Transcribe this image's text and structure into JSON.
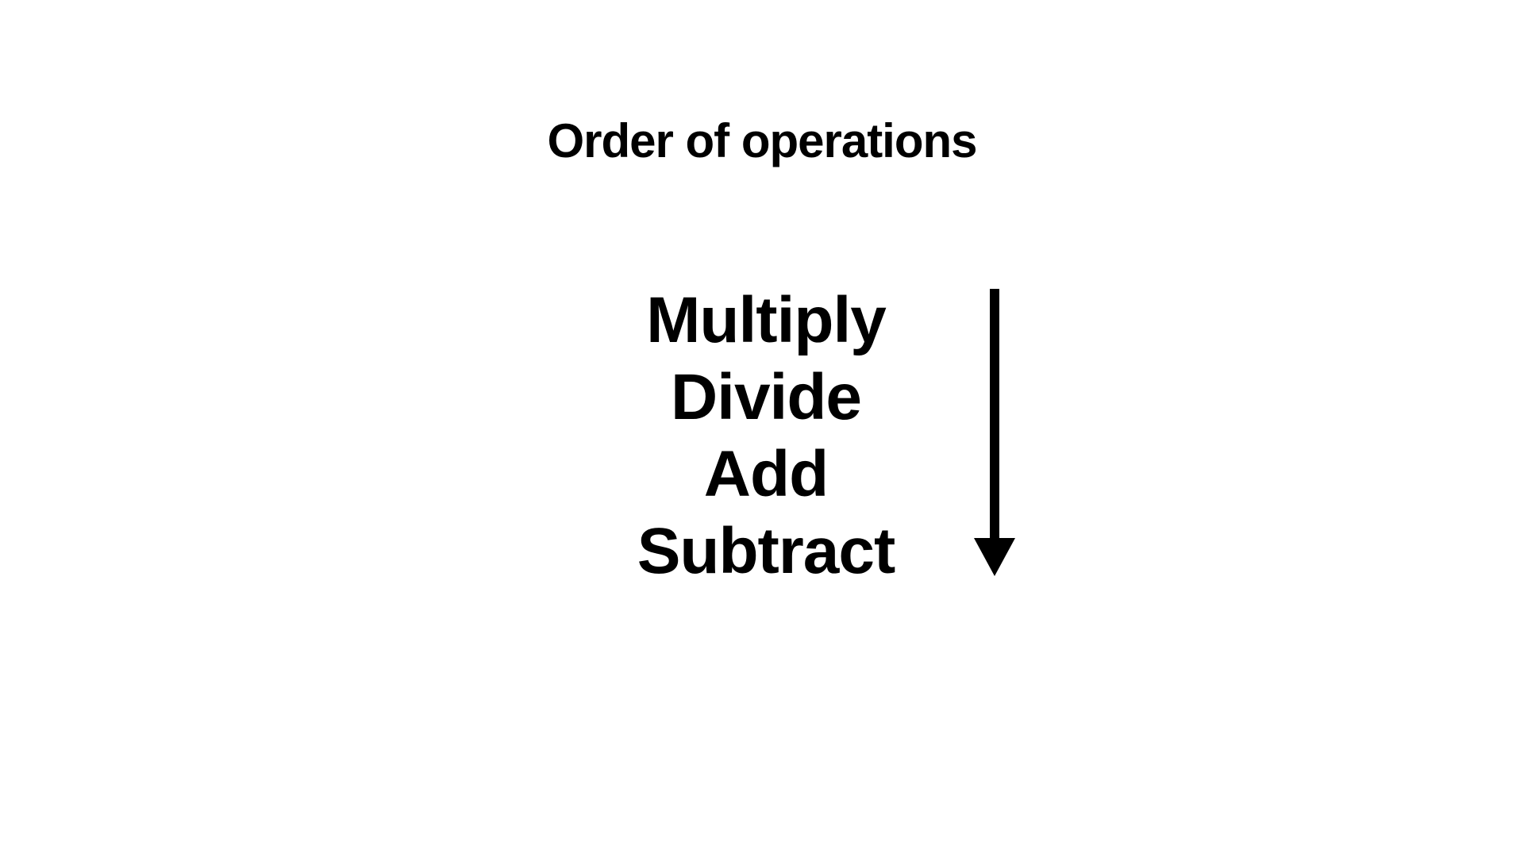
{
  "slide": {
    "title": "Order of operations",
    "operations": [
      {
        "label": "Multiply"
      },
      {
        "label": "Divide"
      },
      {
        "label": "Add"
      },
      {
        "label": "Subtract"
      }
    ],
    "arrow": {
      "direction": "down",
      "icon": "arrow-down-icon",
      "color": "#000000"
    },
    "colors": {
      "background": "#ffffff",
      "text": "#000000"
    }
  }
}
